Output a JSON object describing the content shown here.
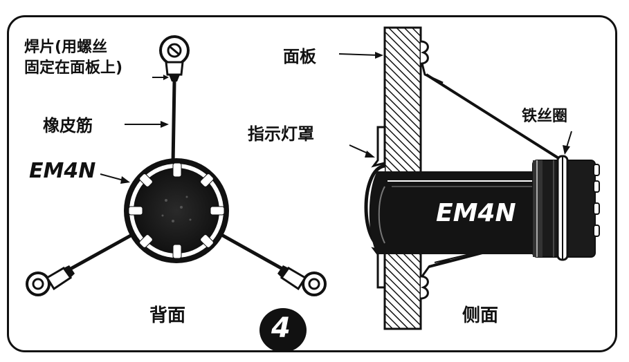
{
  "labels": {
    "solder_lug_line1": "焊片(用螺丝",
    "solder_lug_line2": "固定在面板上)",
    "rubber_band": "橡皮筋",
    "tube_back": "EM4N",
    "back_view": "背面",
    "panel": "面板",
    "lamp_cover": "指示灯罩",
    "wire_ring": "铁丝圈",
    "tube_side": "EM4N",
    "side_view": "侧面",
    "figure_number": "4"
  }
}
